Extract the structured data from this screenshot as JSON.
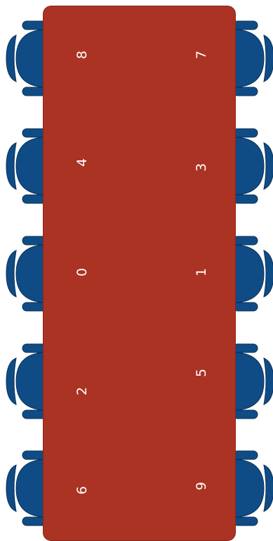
{
  "colors": {
    "table": "#ab3324",
    "chair": "#0f4c86",
    "chair_outline": "#0a2f57",
    "label": "#ffffff"
  },
  "seats": {
    "left": [
      "8",
      "4",
      "0",
      "2",
      "6"
    ],
    "right": [
      "7",
      "3",
      "1",
      "5",
      "9"
    ]
  }
}
